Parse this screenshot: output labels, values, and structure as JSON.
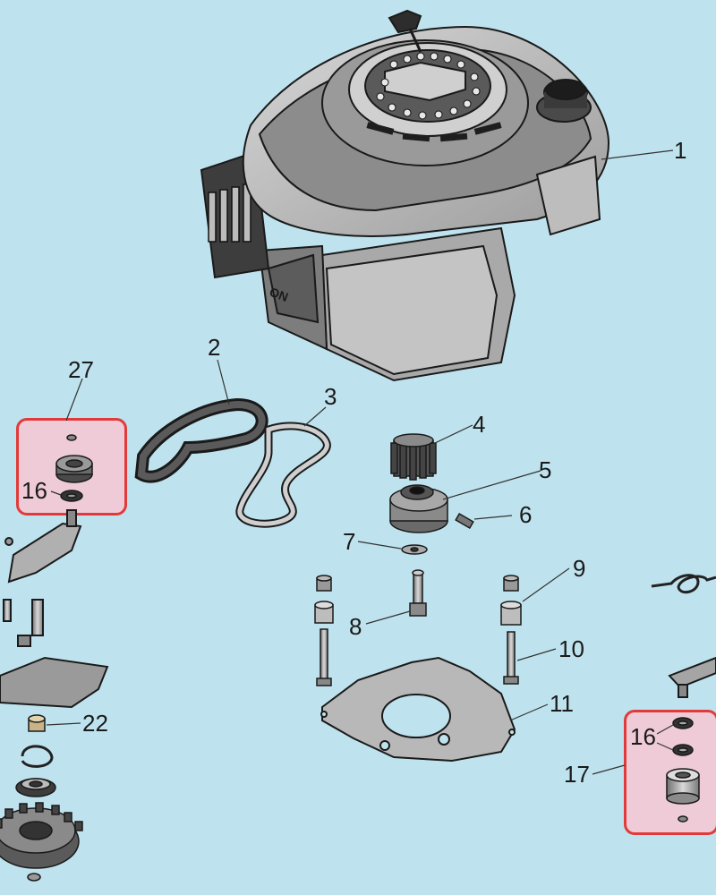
{
  "callouts": {
    "n1": "1",
    "n2": "2",
    "n3": "3",
    "n4": "4",
    "n5": "5",
    "n6": "6",
    "n7": "7",
    "n8": "8",
    "n9": "9",
    "n10": "10",
    "n11": "11",
    "n16a": "16",
    "n16b": "16",
    "n17": "17",
    "n22": "22",
    "n27": "27"
  },
  "colors": {
    "background": "#bfe3ee",
    "highlight_border": "#e23a3a",
    "highlight_fill": "#f6c7d2",
    "part_dark": "#3a3a3a",
    "part_mid": "#8a8a8a",
    "part_light": "#cfcfcf"
  }
}
